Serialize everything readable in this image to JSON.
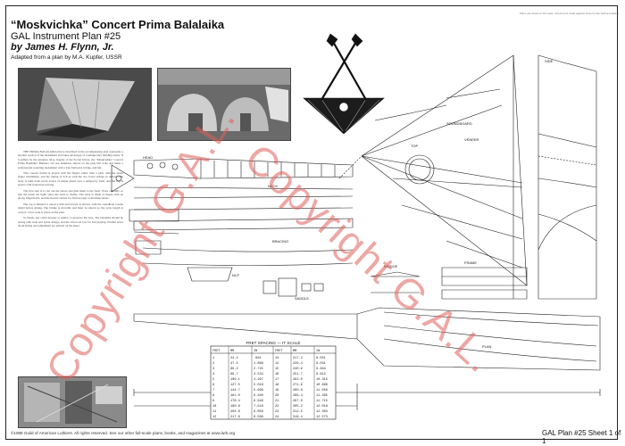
{
  "header": {
    "title": "“Moskvichka” Concert Prima Balalaika",
    "subtitle": "GAL Instrument Plan #25",
    "author": "by James H. Flynn, Jr.",
    "adapted": "Adapted from a plan by M.A. Kupfer, USSR"
  },
  "intro": {
    "paragraphs": [
      "THE PRIMA BALALAIKA that is described in the accompanying plan represents a modern version of the instrument and takes advantage of contemporary building styles. If it suffers by the designer, M.A. Kupfer of the Soviet Union, the “Moskvichka” Concert Prima Balalaika. Builders can use templates shown on the plan full scale and make a professional sounding instrument with a true fretboard, bridge, and nut.",
      "This concert model is played with the fingers rather than a pick, with the index finger strumming, and the tuning of E-E-A with the two lower strings in unison. The body is built from seven staves of maple glued over a temporary form, and the top is spruce with transverse bracing.",
      "The first step is to cut out the staves and glue them to the form. Work carefully so that the joints are tight, since the back is visible. The neck is made of maple with an ebony fingerboard, and the head is slotted for friction pegs or machine tuners.",
      "The top is thinned to about 2 mm and braced as shown, with the soundhole rosette inlaid before gluing. The bridge is movable and must be placed so the scale length is correct; a fret scale is given on the plan.",
      "To finish, use a thin lacquer or shellac to preserve the tone. The balalaika should be strung with steel and nylon strings, and the action set low for fast playing. Further notes about fitting and adjustment are printed on the sheet."
    ]
  },
  "watermarks": [
    "Copyright G.A.L.",
    "Copyright G.A.L."
  ],
  "footer": {
    "left": "©1989 Guild of American Luthiers. All rights reserved. See our other full-scale plans, books, and magazines at www.luth.org",
    "right": "GAL Plan #25 Sheet 1 of 1"
  },
  "top_note": "Plans are drawn to full scale. Check print scale against 10-inch ruler before building.",
  "drawing_labels": {
    "head": "HEAD",
    "neck": "NECK",
    "bracing": "BRACING",
    "bridge": "BRIDGE",
    "nut": "NUT",
    "top": "TOP",
    "fret_spacing": "FRET SPACING — IT SCALE",
    "side": "SIDE",
    "plan": "PLAN",
    "frame": "FRAME",
    "veneer": "VENEER",
    "saddle": "SADDLE",
    "soundboard": "SOUNDBOARD"
  },
  "fret_table": {
    "headers": [
      "FRET",
      "MM",
      "IN",
      "FRET",
      "MM",
      "IN"
    ],
    "rows": [
      [
        "1",
        "24.4",
        ".961",
        "13",
        "217.2",
        "8.551"
      ],
      [
        "2",
        "47.5",
        "1.868",
        "14",
        "229.4",
        "9.031"
      ],
      [
        "3",
        "69.2",
        "2.725",
        "15",
        "240.9",
        "9.484"
      ],
      [
        "4",
        "89.7",
        "3.534",
        "16",
        "251.7",
        "9.912"
      ],
      [
        "5",
        "109.1",
        "4.297",
        "17",
        "262.0",
        "10.315"
      ],
      [
        "6",
        "127.5",
        "5.018",
        "18",
        "271.6",
        "10.696"
      ],
      [
        "7",
        "144.7",
        "5.698",
        "19",
        "280.8",
        "11.056"
      ],
      [
        "8",
        "161.0",
        "6.340",
        "20",
        "289.4",
        "11.395"
      ],
      [
        "9",
        "176.4",
        "6.946",
        "21",
        "297.6",
        "11.715"
      ],
      [
        "10",
        "190.9",
        "7.518",
        "22",
        "305.3",
        "12.018"
      ],
      [
        "11",
        "204.6",
        "8.058",
        "23",
        "312.5",
        "12.303"
      ],
      [
        "12",
        "217.6",
        "8.568",
        "24",
        "319.4",
        "12.573"
      ]
    ]
  }
}
